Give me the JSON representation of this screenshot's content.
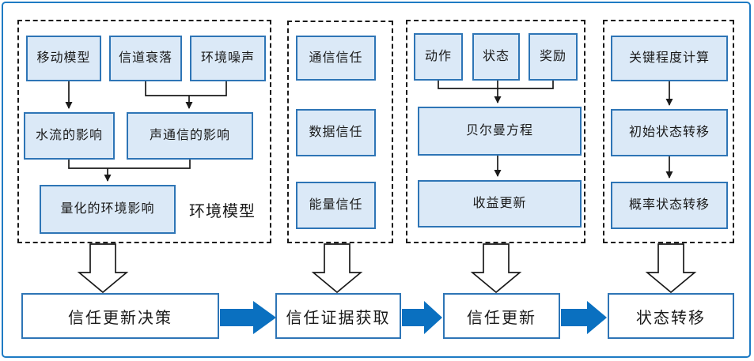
{
  "diagram": {
    "groups": [
      {
        "label": "环境模型",
        "boxes": {
          "mobile_model": "移动模型",
          "channel_fading": "信道衰落",
          "env_noise": "环境噪声",
          "water_flow_effect": "水流的影响",
          "acoustic_comm_effect": "声通信的影响",
          "quantified_env_effect": "量化的环境影响"
        }
      },
      {
        "boxes": {
          "comm_trust": "通信信任",
          "data_trust": "数据信任",
          "energy_trust": "能量信任"
        }
      },
      {
        "boxes": {
          "action": "动作",
          "state": "状态",
          "reward": "奖励",
          "bellman_equation": "贝尔曼方程",
          "revenue_update": "收益更新"
        }
      },
      {
        "boxes": {
          "criticality_calc": "关键程度计算",
          "initial_state_transition": "初始状态转移",
          "prob_state_transition": "概率状态转移"
        }
      }
    ],
    "bottom_row": {
      "trust_update_decision": "信任更新决策",
      "trust_evidence_acquisition": "信任证据获取",
      "trust_update": "信任更新",
      "state_transition": "状态转移"
    },
    "colors": {
      "box_fill": "#dbe9f7",
      "box_border": "#2e75b6",
      "flow_arrow": "#0a70c0",
      "outer_border": "#1e7bc4",
      "connector": "#1a1a1a"
    }
  }
}
